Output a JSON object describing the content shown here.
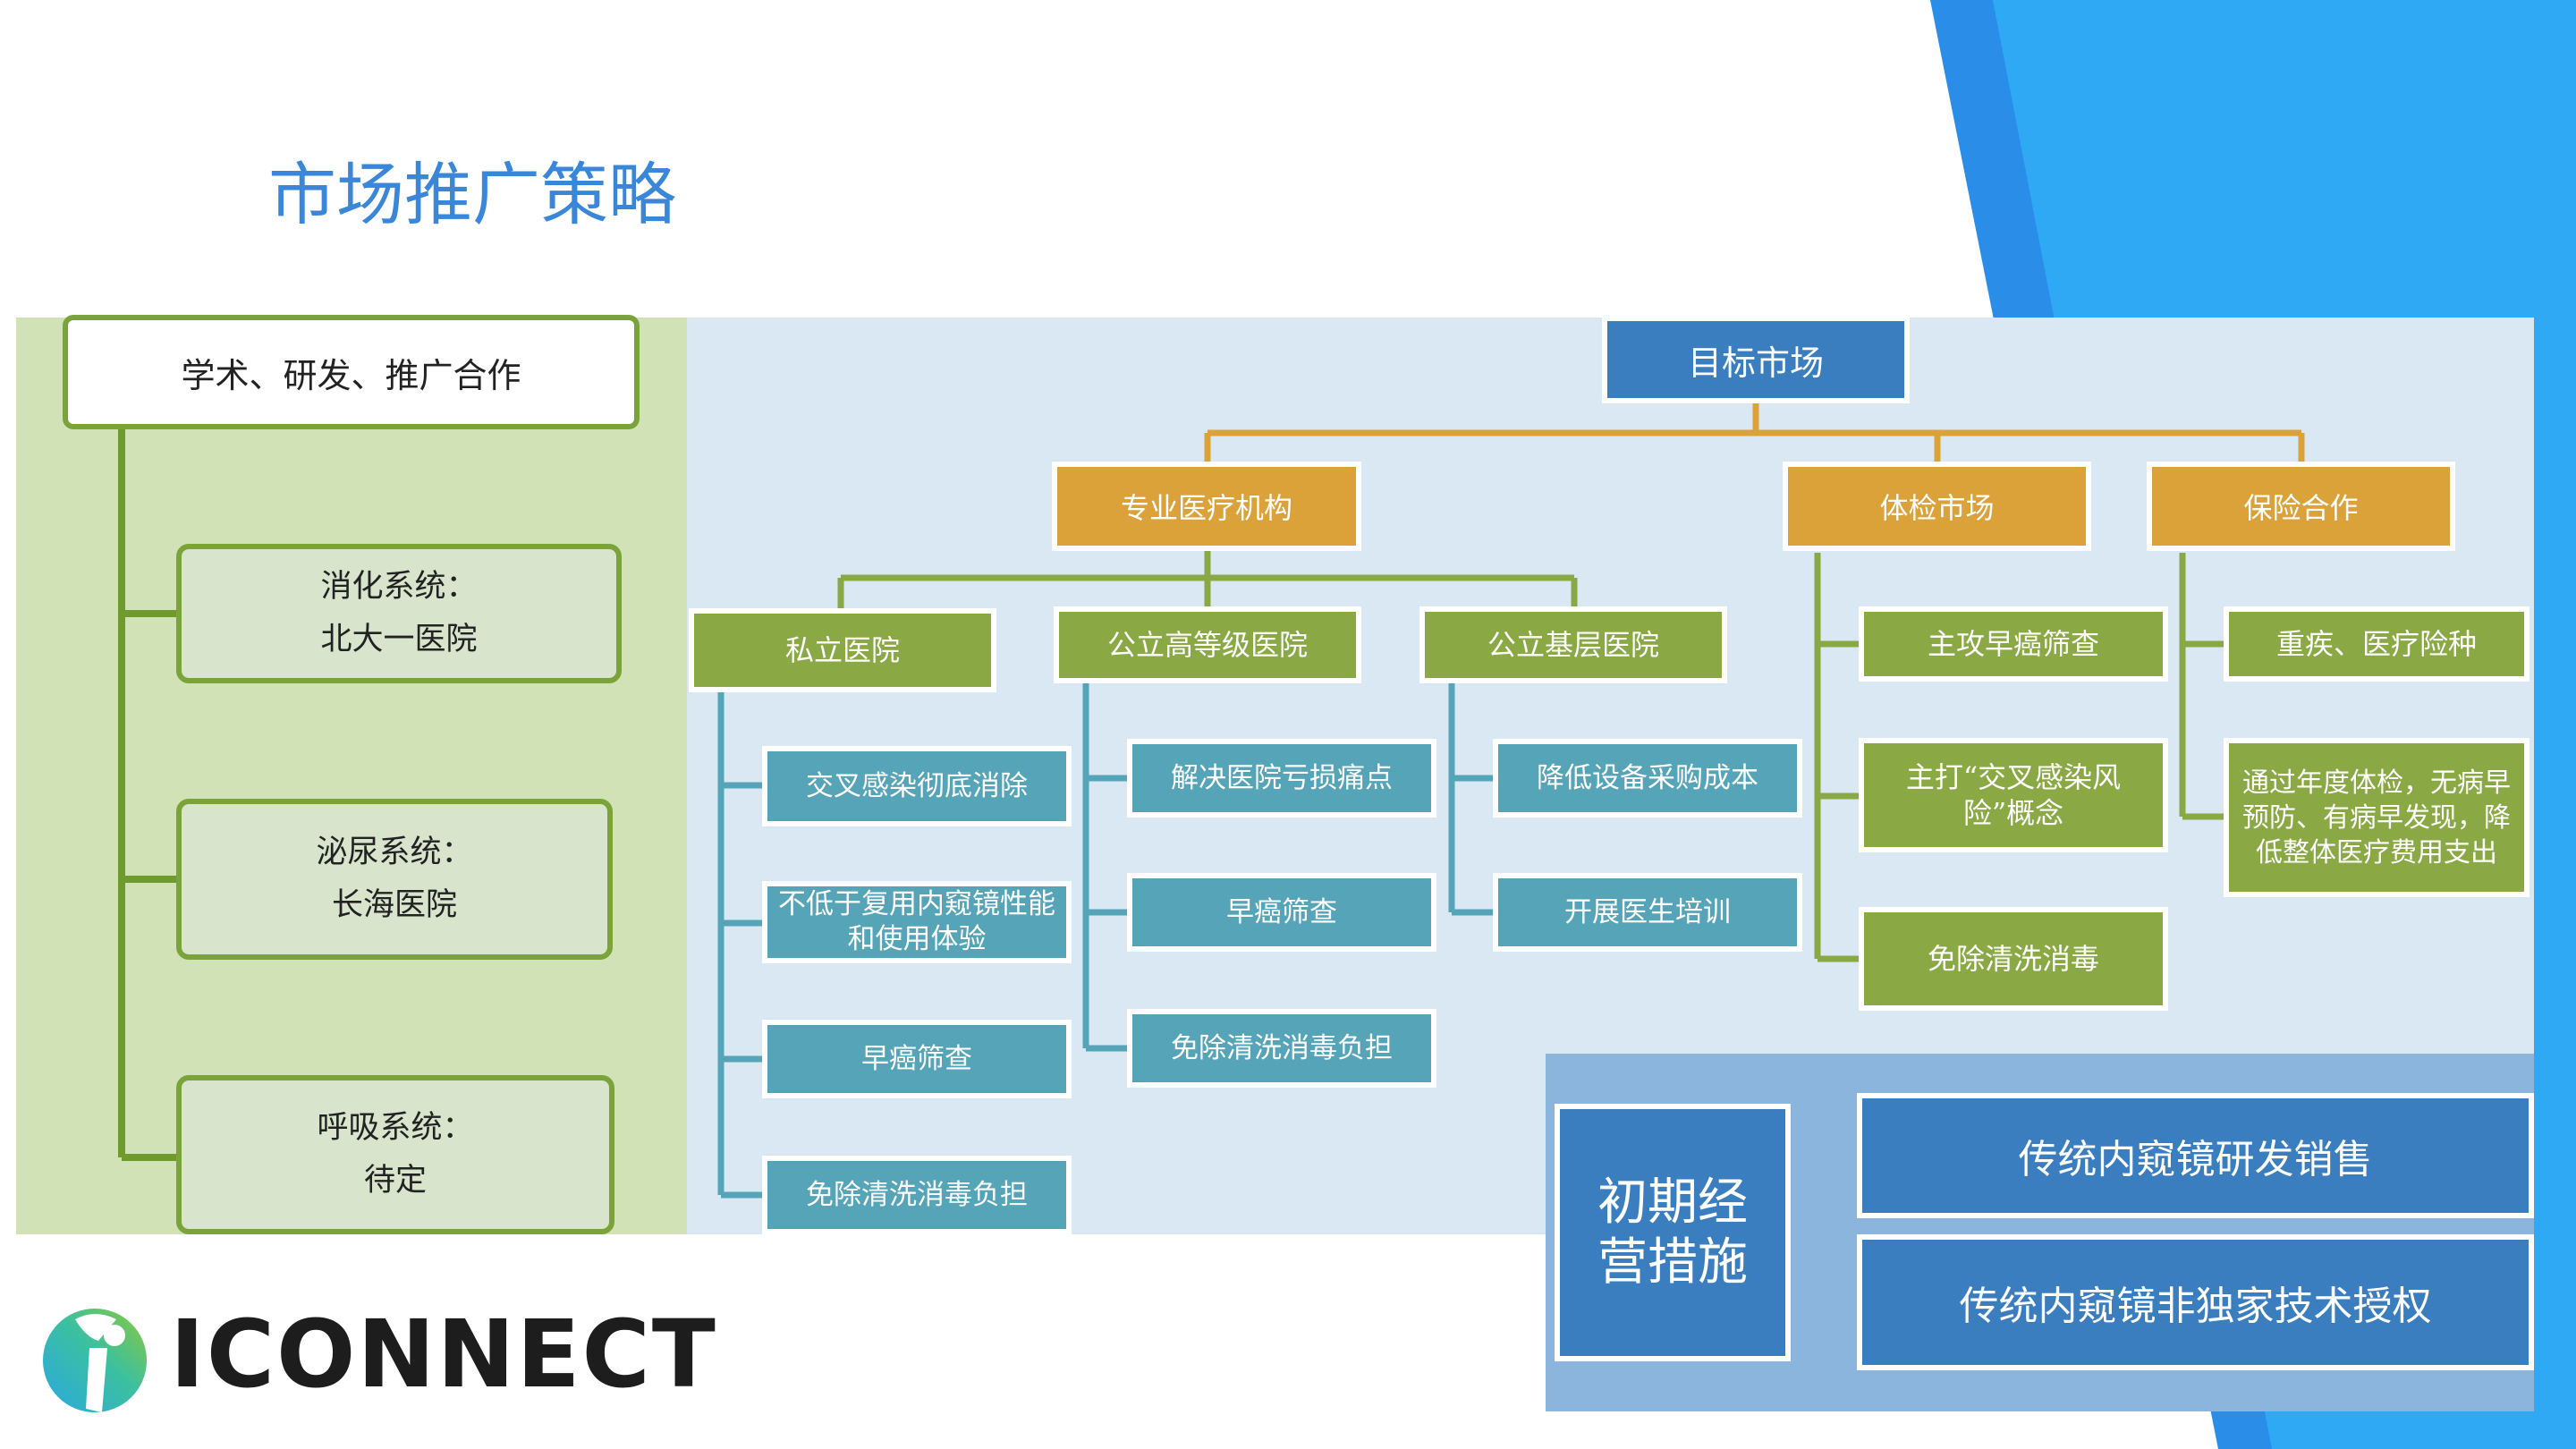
{
  "slide": {
    "title": "市场推广策略"
  },
  "left_panel": {
    "header": "学术、研发、推广合作",
    "items": [
      {
        "line1": "消化系统：",
        "line2": "北大一医院"
      },
      {
        "line1": "泌尿系统：",
        "line2": "长海医院"
      },
      {
        "line1": "呼吸系统：",
        "line2": "待定"
      }
    ]
  },
  "tree": {
    "root": "目标市场",
    "categories": {
      "medical": "专业医疗机构",
      "checkup": "体检市场",
      "insurance": "保险合作"
    },
    "hospitals": {
      "private": {
        "label": "私立医院",
        "items": [
          "交叉感染彻底消除",
          "不低于复用内窥镜性能和使用体验",
          "早癌筛查",
          "免除清洗消毒负担"
        ]
      },
      "public_top": {
        "label": "公立高等级医院",
        "items": [
          "解决医院亏损痛点",
          "早癌筛查",
          "免除清洗消毒负担"
        ]
      },
      "public_basic": {
        "label": "公立基层医院",
        "items": [
          "降低设备采购成本",
          "开展医生培训"
        ]
      }
    },
    "checkup_items": [
      "主攻早癌筛查",
      "主打“交叉感染风险”概念",
      "免除清洗消毒"
    ],
    "insurance_items": [
      "重疾、医疗险种",
      "通过年度体检，无病早预防、有病早发现，降低整体医疗费用支出"
    ]
  },
  "initial": {
    "label": "初期经营措施",
    "items": [
      "传统内窥镜研发销售",
      "传统内窥镜非独家技术授权"
    ]
  },
  "logo": {
    "text": "ICONNECT"
  },
  "colors": {
    "title": "#3a86d8",
    "green_panel": "#d2e2b7",
    "blue_panel": "#dae8f4",
    "accent_blue": "#2ea8f2",
    "orange": "#dca23a",
    "green": "#8aa944",
    "teal": "#56a4b8",
    "dark_blue": "#3a7ec0"
  }
}
